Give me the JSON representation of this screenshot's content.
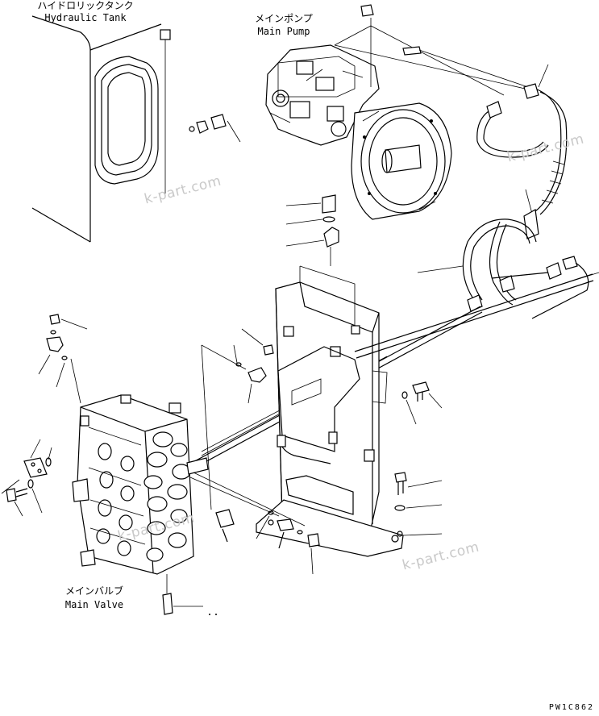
{
  "labels": {
    "hydraulic_tank_jp": "ハイドロリックタンク",
    "hydraulic_tank_en": "Hydraulic Tank",
    "main_pump_jp": "メインポンプ",
    "main_pump_en": "Main Pump",
    "main_valve_jp": "メインバルブ",
    "main_valve_en": "Main Valve"
  },
  "watermarks": [
    "k-part.com",
    "k-part.com",
    "k-part.com",
    "k-part.com"
  ],
  "drawing_code": "PW1C862"
}
